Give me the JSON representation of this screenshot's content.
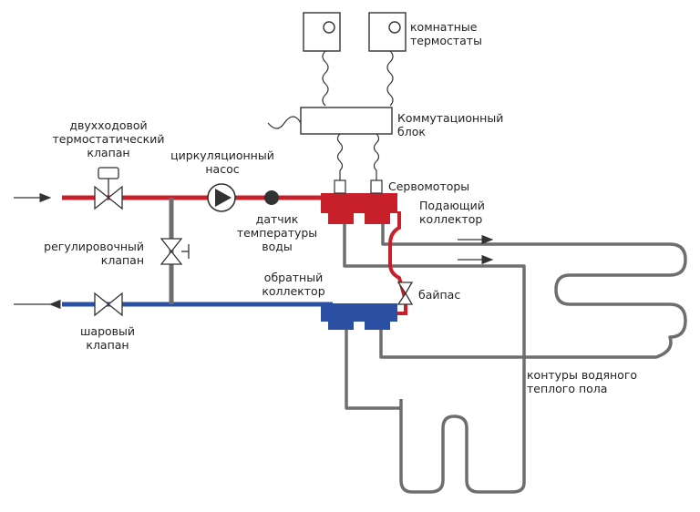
{
  "labels": {
    "room_thermostats": [
      "комнатные",
      "термостаты"
    ],
    "switching_unit": [
      "Коммутационный",
      "блок"
    ],
    "two_way_valve": [
      "двухходовой",
      "термостатический",
      "клапан"
    ],
    "circulation_pump": [
      "циркуляционный",
      "насос"
    ],
    "servomotors": "Сервомоторы",
    "supply_manifold": [
      "Подающий",
      "коллектор"
    ],
    "temperature_sensor": [
      "датчик",
      "температуры",
      "воды"
    ],
    "balancing_valve": [
      "регулировочный",
      "клапан"
    ],
    "return_manifold": [
      "обратный",
      "коллектор"
    ],
    "bypass": "байпас",
    "ball_valve": [
      "шаровый",
      "клапан"
    ],
    "floor_loops": [
      "контуры водяного",
      "теплого пола"
    ]
  },
  "colors": {
    "supply": "#c8202a",
    "return": "#2a4fa3",
    "loop": "#6e6e6e",
    "outline": "#333333"
  },
  "icons": [
    "thermostat-icon",
    "switching-unit-icon",
    "pump-icon",
    "valve-icon",
    "manifold-icon",
    "servomotor-icon",
    "temperature-sensor-icon",
    "flow-arrow-icon"
  ]
}
